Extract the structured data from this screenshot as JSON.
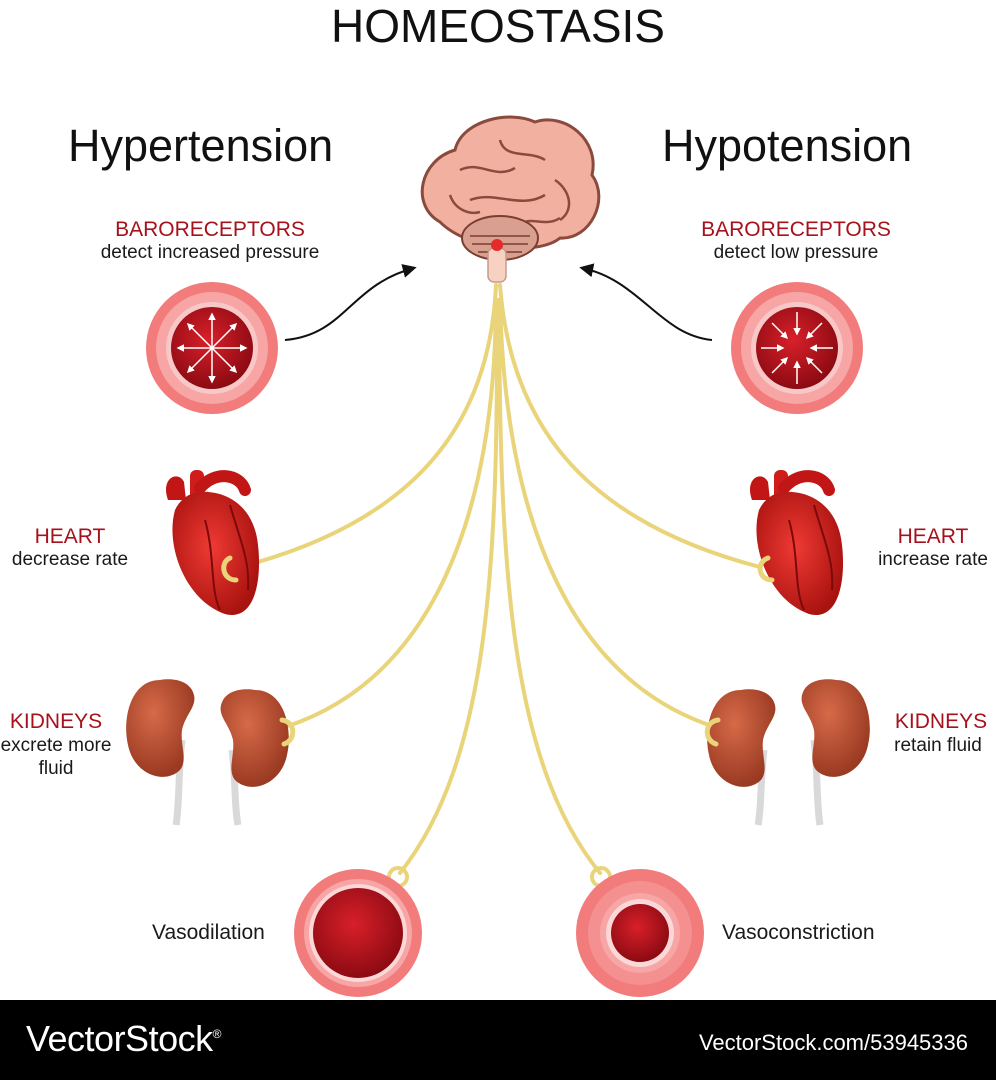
{
  "title": "HOMEOSTASIS",
  "left": {
    "heading": "Hypertension",
    "baroreceptors": {
      "label": "BARORECEPTORS",
      "desc": "detect increased pressure"
    },
    "heart": {
      "label": "HEART",
      "desc": "decrease rate"
    },
    "kidneys": {
      "label": "KIDNEYS",
      "desc_line1": "excrete more",
      "desc_line2": "fluid"
    },
    "vessel": {
      "label": "Vasodilation"
    }
  },
  "right": {
    "heading": "Hypotension",
    "baroreceptors": {
      "label": "BARORECEPTORS",
      "desc": "detect low pressure"
    },
    "heart": {
      "label": "HEART",
      "desc": "increase rate"
    },
    "kidneys": {
      "label": "KIDNEYS",
      "desc": "retain fluid"
    },
    "vessel": {
      "label": "Vasoconstriction"
    }
  },
  "footer": {
    "brand": "VectorStock",
    "registered_mark": "®",
    "stock_id": "VectorStock.com/53945336"
  },
  "colors": {
    "accent_red": "#a7111b",
    "nerve": "#f1df8c",
    "vessel_wall": "#f27c7c",
    "blood": "#b0101a",
    "brain": "#f2b4a4",
    "kidney": "#b9452c"
  }
}
